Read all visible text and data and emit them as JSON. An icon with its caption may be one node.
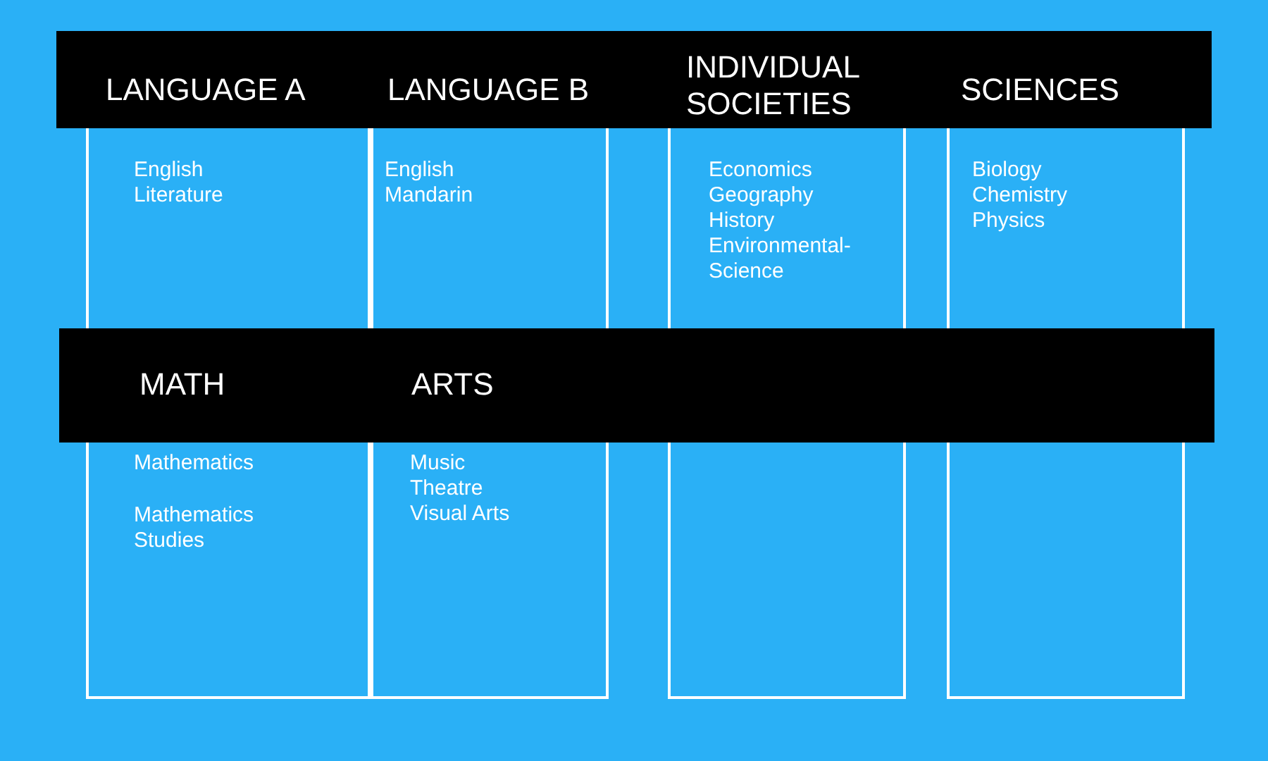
{
  "diagram": {
    "nodes": [
      {
        "text": [
          "LANGUAGE A",
          "English Literature"
        ]
      },
      {
        "text": [
          "LANGUAGE B",
          "English",
          "Mandarin"
        ]
      },
      {
        "text": [
          "INDIVIDUAL SOCIETIES",
          "Economics",
          "Geography",
          "History",
          "Environmental-Science"
        ]
      },
      {
        "text": [
          "SCIENCES",
          "Biology",
          "Chemistry",
          "Physics"
        ]
      },
      {
        "text": [
          "MATH",
          "Mathematics",
          "Mathematics Studies"
        ]
      },
      {
        "text": [
          "ARTS",
          "Music",
          "Theatre",
          "Visual Arts"
        ]
      }
    ]
  }
}
